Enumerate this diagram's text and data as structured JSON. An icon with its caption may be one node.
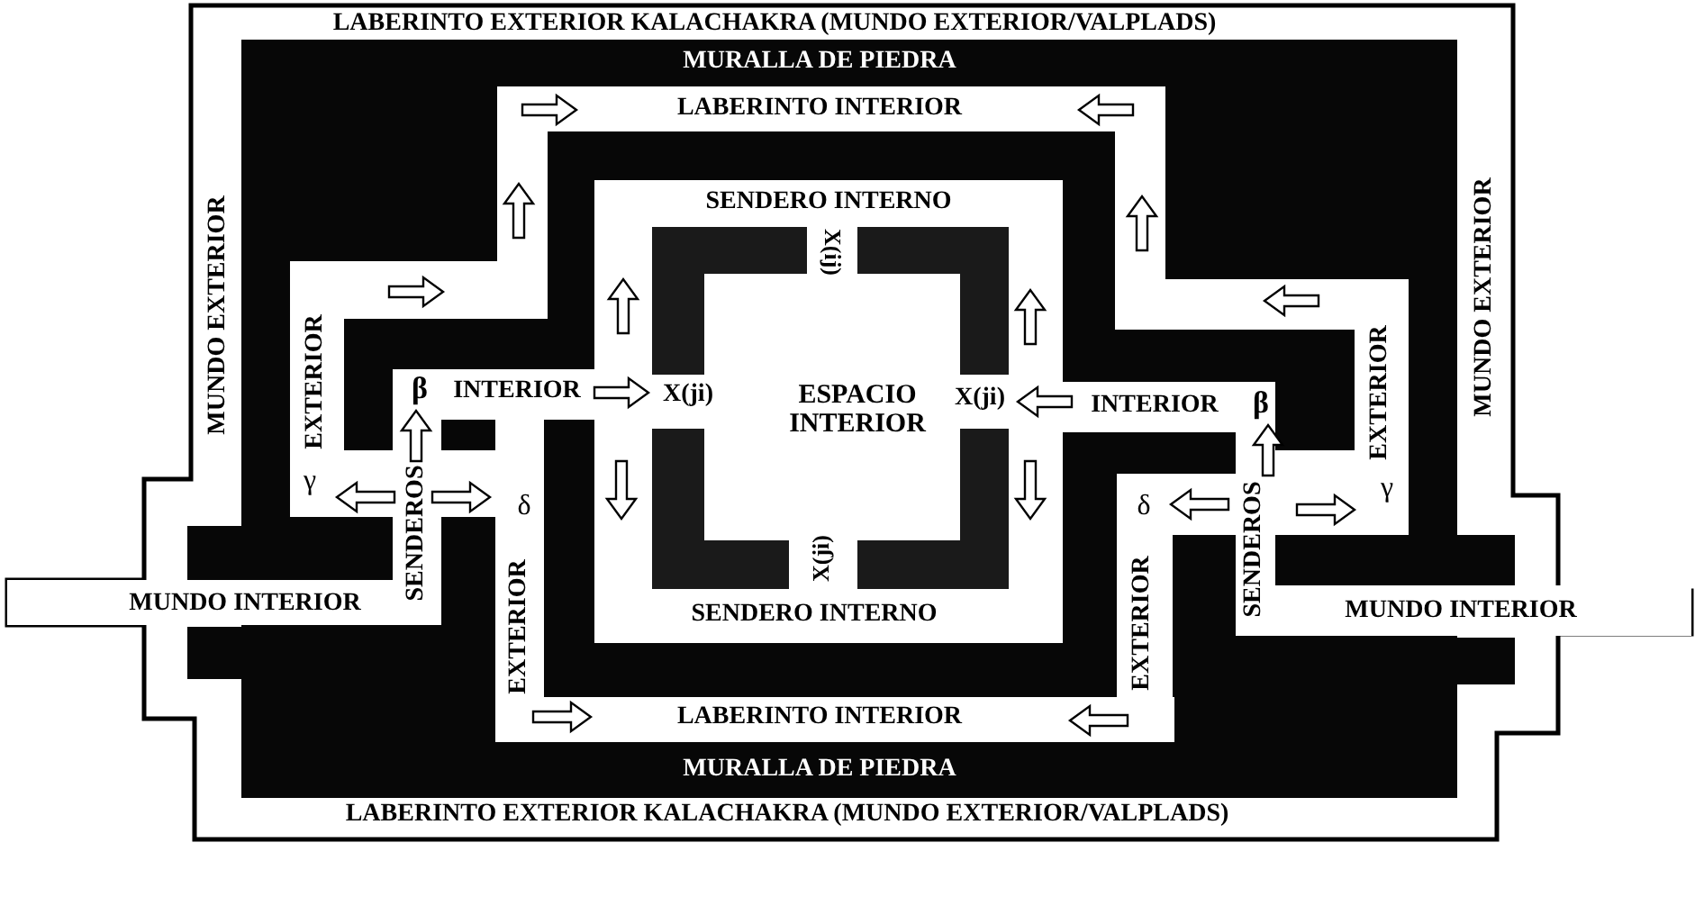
{
  "diagram": {
    "labels": [
      "LABERINTO EXTERIOR KALACHAKRA (MUNDO EXTERIOR/VALPLADS)",
      "MURALLA DE PIEDRA",
      "LABERINTO INTERIOR",
      "MUNDO EXTERIOR",
      "SENDERO INTERNO",
      "MUNDO EXTERIOR",
      "X(ij)",
      "EXTERIOR",
      "EXTERIOR",
      "β",
      "INTERIOR",
      "X(ji)",
      "ESPACIO INTERIOR",
      "X(ji)",
      "INTERIOR",
      "β",
      "γ",
      "SENDEROS",
      "δ",
      "δ",
      "SENDEROS",
      "γ",
      "MUNDO INTERIOR",
      "EXTERIOR",
      "X(ji)",
      "SENDERO INTERNO",
      "EXTERIOR",
      "MUNDO INTERIOR",
      "LABERINTO INTERIOR",
      "MURALLA DE PIEDRA",
      "LABERINTO EXTERIOR KALACHAKRA (MUNDO EXTERIOR/VALPLADS)"
    ]
  }
}
